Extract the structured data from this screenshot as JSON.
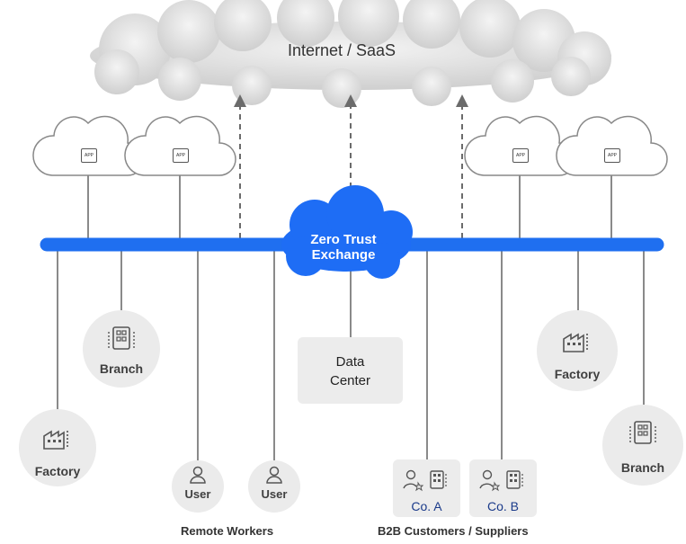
{
  "internet": {
    "label": "Internet / SaaS"
  },
  "exchange": {
    "line1": "Zero Trust",
    "line2": "Exchange"
  },
  "app_clouds": [
    {
      "badge": "APP"
    },
    {
      "badge": "APP"
    },
    {
      "badge": "APP"
    },
    {
      "badge": "APP"
    }
  ],
  "sites": {
    "factory_left": "Factory",
    "branch_left": "Branch",
    "user1": "User",
    "user2": "User",
    "data_center_line1": "Data",
    "data_center_line2": "Center",
    "co_a": "Co. A",
    "co_b": "Co. B",
    "factory_right": "Factory",
    "branch_right": "Branch"
  },
  "captions": {
    "remote_workers": "Remote Workers",
    "b2b": "B2B Customers / Suppliers"
  },
  "colors": {
    "bus": "#1f6ff0",
    "exchange_cloud": "#1e6df5",
    "line": "#8a8a8a",
    "node_bg": "#ebebeb"
  }
}
